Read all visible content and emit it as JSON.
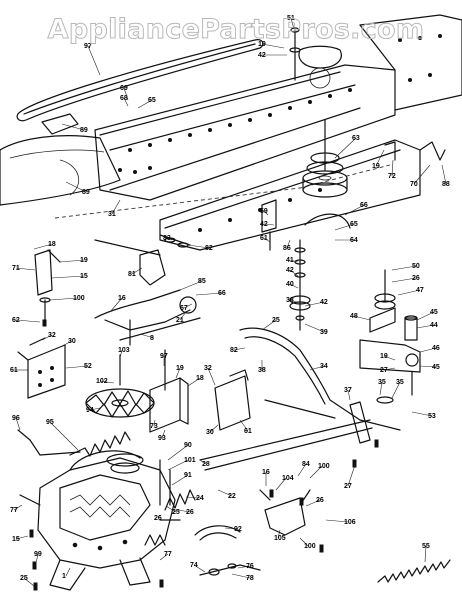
{
  "watermark": "AppliancePartsPros.com",
  "callouts": [
    {
      "id": "c-97",
      "label": "97"
    },
    {
      "id": "c-51",
      "label": "51"
    },
    {
      "id": "c-19a",
      "label": "19"
    },
    {
      "id": "c-42a",
      "label": "42"
    },
    {
      "id": "c-69",
      "label": "69"
    },
    {
      "id": "c-68",
      "label": "68"
    },
    {
      "id": "c-65a",
      "label": "65"
    },
    {
      "id": "c-89a",
      "label": "89"
    },
    {
      "id": "c-63",
      "label": "63"
    },
    {
      "id": "c-19b",
      "label": "19"
    },
    {
      "id": "c-72",
      "label": "72"
    },
    {
      "id": "c-70",
      "label": "70"
    },
    {
      "id": "c-88",
      "label": "88"
    },
    {
      "id": "c-89b",
      "label": "89"
    },
    {
      "id": "c-31",
      "label": "31"
    },
    {
      "id": "c-59",
      "label": "59"
    },
    {
      "id": "c-42b",
      "label": "42"
    },
    {
      "id": "c-61a",
      "label": "61"
    },
    {
      "id": "c-66a",
      "label": "66"
    },
    {
      "id": "c-65b",
      "label": "65"
    },
    {
      "id": "c-64",
      "label": "64"
    },
    {
      "id": "c-86",
      "label": "86"
    },
    {
      "id": "c-41",
      "label": "41"
    },
    {
      "id": "c-42c",
      "label": "42"
    },
    {
      "id": "c-40",
      "label": "40"
    },
    {
      "id": "c-38",
      "label": "38"
    },
    {
      "id": "c-42d",
      "label": "42"
    },
    {
      "id": "c-39",
      "label": "39"
    },
    {
      "id": "c-18a",
      "label": "18"
    },
    {
      "id": "c-83",
      "label": "83"
    },
    {
      "id": "c-82",
      "label": "82"
    },
    {
      "id": "c-71",
      "label": "71"
    },
    {
      "id": "c-19c",
      "label": "19"
    },
    {
      "id": "c-15a",
      "label": "15"
    },
    {
      "id": "c-81",
      "label": "81"
    },
    {
      "id": "c-100a",
      "label": "100"
    },
    {
      "id": "c-62",
      "label": "62"
    },
    {
      "id": "c-16",
      "label": "16"
    },
    {
      "id": "c-85",
      "label": "85"
    },
    {
      "id": "c-66b",
      "label": "66"
    },
    {
      "id": "c-21",
      "label": "21"
    },
    {
      "id": "c-67",
      "label": "67"
    },
    {
      "id": "c-8",
      "label": "8"
    },
    {
      "id": "c-50",
      "label": "50"
    },
    {
      "id": "c-26a",
      "label": "26"
    },
    {
      "id": "c-47",
      "label": "47"
    },
    {
      "id": "c-48",
      "label": "48"
    },
    {
      "id": "c-45a",
      "label": "45"
    },
    {
      "id": "c-44",
      "label": "44"
    },
    {
      "id": "c-46",
      "label": "46"
    },
    {
      "id": "c-25a",
      "label": "25"
    },
    {
      "id": "c-82b",
      "label": "82"
    },
    {
      "id": "c-38b",
      "label": "38"
    },
    {
      "id": "c-34",
      "label": "34"
    },
    {
      "id": "c-19d",
      "label": "19"
    },
    {
      "id": "c-27a",
      "label": "27"
    },
    {
      "id": "c-45b",
      "label": "45"
    },
    {
      "id": "c-35a",
      "label": "35"
    },
    {
      "id": "c-35b",
      "label": "35"
    },
    {
      "id": "c-37",
      "label": "37"
    },
    {
      "id": "c-53",
      "label": "53"
    },
    {
      "id": "c-32",
      "label": "32"
    },
    {
      "id": "c-30a",
      "label": "30"
    },
    {
      "id": "c-61b",
      "label": "61"
    },
    {
      "id": "c-52",
      "label": "52"
    },
    {
      "id": "c-103",
      "label": "103"
    },
    {
      "id": "c-97b",
      "label": "97"
    },
    {
      "id": "c-19e",
      "label": "19"
    },
    {
      "id": "c-102",
      "label": "102"
    },
    {
      "id": "c-18b",
      "label": "18"
    },
    {
      "id": "c-94",
      "label": "94"
    },
    {
      "id": "c-73",
      "label": "73"
    },
    {
      "id": "c-93",
      "label": "93"
    },
    {
      "id": "c-32b",
      "label": "32"
    },
    {
      "id": "c-30b",
      "label": "30"
    },
    {
      "id": "c-61c",
      "label": "61"
    },
    {
      "id": "c-96",
      "label": "96"
    },
    {
      "id": "c-95",
      "label": "95"
    },
    {
      "id": "c-90",
      "label": "90"
    },
    {
      "id": "c-101",
      "label": "101"
    },
    {
      "id": "c-91",
      "label": "91"
    },
    {
      "id": "c-24",
      "label": "24"
    },
    {
      "id": "c-26b",
      "label": "26"
    },
    {
      "id": "c-25b",
      "label": "25"
    },
    {
      "id": "c-26c",
      "label": "26"
    },
    {
      "id": "c-28",
      "label": "28"
    },
    {
      "id": "c-22",
      "label": "22"
    },
    {
      "id": "c-16b",
      "label": "16"
    },
    {
      "id": "c-104",
      "label": "104"
    },
    {
      "id": "c-84",
      "label": "84"
    },
    {
      "id": "c-100b",
      "label": "100"
    },
    {
      "id": "c-27b",
      "label": "27"
    },
    {
      "id": "c-105",
      "label": "105"
    },
    {
      "id": "c-100c",
      "label": "100"
    },
    {
      "id": "c-106",
      "label": "106"
    },
    {
      "id": "c-26d",
      "label": "26"
    },
    {
      "id": "c-77a",
      "label": "77"
    },
    {
      "id": "c-15b",
      "label": "15"
    },
    {
      "id": "c-99",
      "label": "99"
    },
    {
      "id": "c-25c",
      "label": "25"
    },
    {
      "id": "c-1",
      "label": "1"
    },
    {
      "id": "c-92",
      "label": "92"
    },
    {
      "id": "c-77b",
      "label": "77"
    },
    {
      "id": "c-74",
      "label": "74"
    },
    {
      "id": "c-76",
      "label": "76"
    },
    {
      "id": "c-78",
      "label": "78"
    },
    {
      "id": "c-55",
      "label": "55"
    }
  ]
}
